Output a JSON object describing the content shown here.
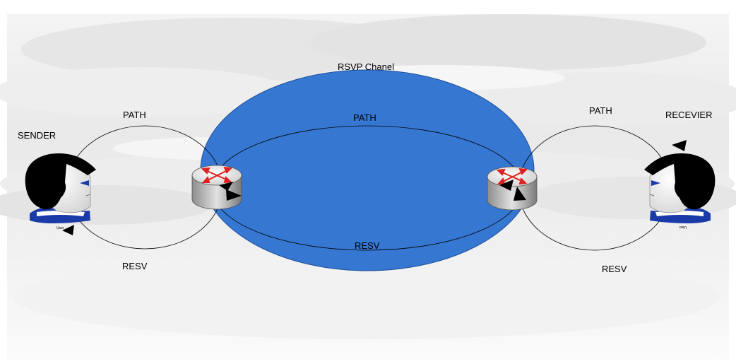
{
  "labels": {
    "channel": "RSVP Chanel",
    "sender": "SENDER",
    "receiver": "RECEVIER",
    "path_left": "PATH",
    "resv_left": "RESV",
    "path_center": "PATH",
    "resv_center": "RESV",
    "path_right": "PATH",
    "resv_right": "RESV",
    "user_left": "User",
    "user_right": "User"
  },
  "colors": {
    "channel_fill": "#3577d1",
    "channel_stroke": "#1f4f9a",
    "router_arrows": "#e02020",
    "shirt": "#1a3aa8",
    "hair": "#000000"
  },
  "icons": [
    "router-icon",
    "user-icon",
    "arrowhead-icon"
  ]
}
